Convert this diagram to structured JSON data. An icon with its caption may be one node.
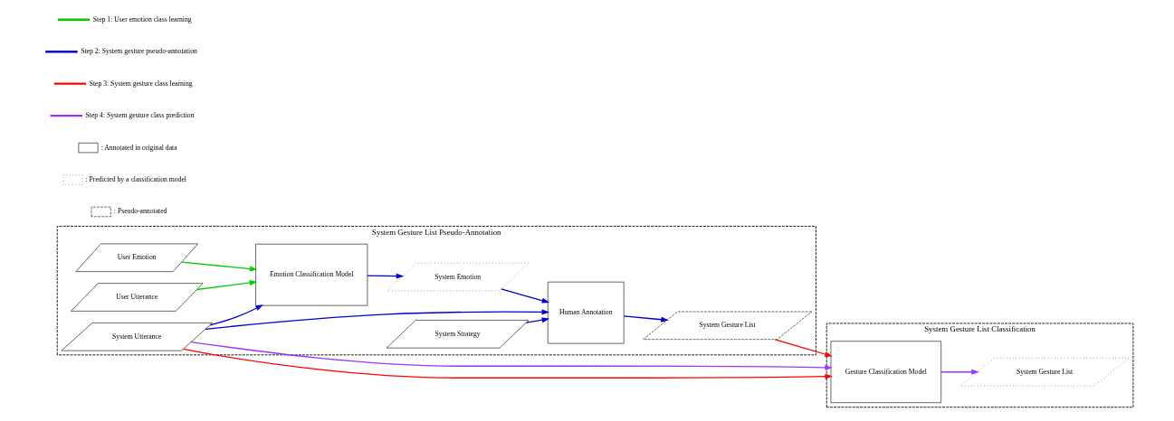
{
  "diagram": {
    "nodes": [
      {
        "text": [
          "System Gesture List Pseudo-Annotation"
        ]
      },
      {
        "text": [
          "System Gesture List Classification"
        ]
      },
      {
        "text": [
          "User Emotion"
        ],
        "in": 0
      },
      {
        "text": [
          "User Utterance"
        ],
        "in": 0
      },
      {
        "text": [
          "System Utterance"
        ],
        "in": 0
      },
      {
        "text": [
          "Emotion Classification Model"
        ],
        "in": 0
      },
      {
        "text": [
          "System Emotion"
        ],
        "in": 0
      },
      {
        "text": [
          "System Strategy"
        ],
        "in": 0
      },
      {
        "text": [
          "Human Annotation"
        ],
        "in": 0
      },
      {
        "text": [
          "System Gesture List"
        ],
        "in": 0
      },
      {
        "text": [
          "Gesture Classification Model"
        ],
        "in": 1
      },
      {
        "text": [
          "System Gesture List"
        ],
        "in": 1
      }
    ],
    "edges": [
      {
        "from": 2,
        "to": 5,
        "arrow": "to",
        "color": "#00cc00"
      },
      {
        "from": 3,
        "to": 5,
        "arrow": "to",
        "color": "#00cc00"
      },
      {
        "from": 4,
        "to": 5,
        "arrow": "to"
      },
      {
        "from": 5,
        "to": 6,
        "arrow": "to"
      },
      {
        "from": 6,
        "to": 8,
        "arrow": "to"
      },
      {
        "from": 7,
        "to": 8,
        "arrow": "to"
      },
      {
        "from": 4,
        "to": 8,
        "arrow": "to"
      },
      {
        "from": 8,
        "to": 9,
        "arrow": "to"
      },
      {
        "from": 9,
        "to": 10,
        "arrow": "to",
        "color": "#ff0000"
      },
      {
        "from": 4,
        "to": 10,
        "arrow": "to",
        "color": "#ff0000"
      },
      {
        "from": 4,
        "to": 10,
        "arrow": "to",
        "color": "#9933ff"
      },
      {
        "from": 10,
        "to": 11,
        "arrow": "to",
        "color": "#9933ff"
      }
    ],
    "legend": [
      {
        "text": "Step 1: User emotion class learning",
        "color": "#00cc00"
      },
      {
        "text": "Step 2: System gesture pseudo-annotation",
        "color": "#0000cc"
      },
      {
        "text": "Step 3: System gesture class learning",
        "color": "#ff0000"
      },
      {
        "text": "Step 4: System gesture class prediction",
        "color": "#9933ff"
      },
      {
        "text": ": Annotated in original data"
      },
      {
        "text": ": Predicted by a classification model"
      },
      {
        "text": ": Pseudo-annotated"
      }
    ]
  }
}
